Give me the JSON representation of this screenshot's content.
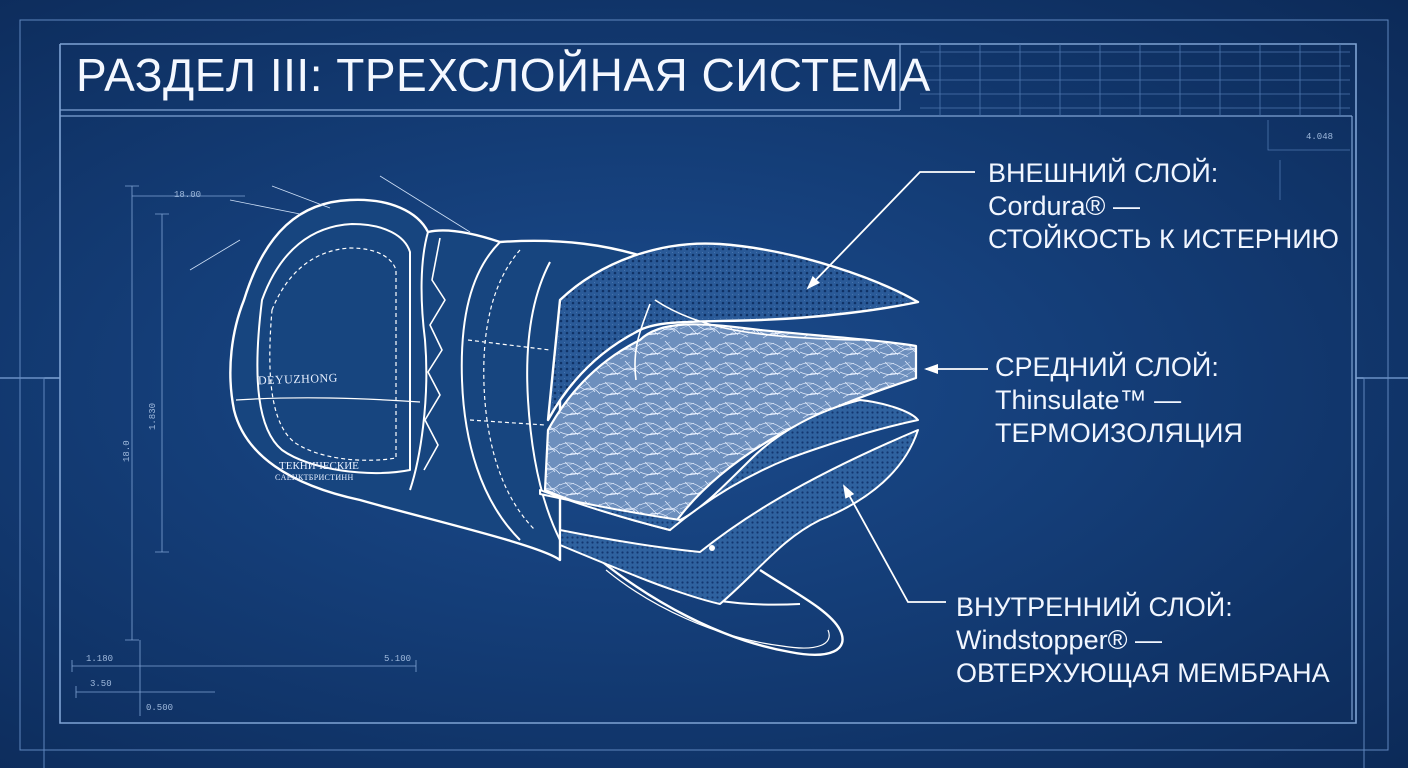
{
  "title": "РАЗДЕЛ III: ТРЕХСЛОЙНАЯ СИСТЕМА",
  "callouts": {
    "outer": {
      "line1": "ВНЕШНИЙ СЛОЙ:",
      "line2": "Cordura® —",
      "line3": "СТОЙКОСТЬ К ИСТЕРНИЮ"
    },
    "middle": {
      "line1": "СРЕДНИЙ СЛОЙ:",
      "line2": "Thinsulate™ —",
      "line3": "ТЕРМОИЗОЛЯЦИЯ"
    },
    "inner": {
      "line1": "ВНУТРЕННИЙ СЛОЙ:",
      "line2": "Windstopper® —",
      "line3": "ОВТЕРХУЮЩАЯ МЕМБРАНА"
    }
  },
  "glove": {
    "brand": "DEYUZHONG",
    "tech_label_line1": "ТЕКНИЧЕСКИЕ",
    "tech_label_line2": "CAEНКТБРИСТИНН"
  },
  "dimensions": {
    "top_right": "4.048",
    "top_left": "18.00",
    "vert_inner": "1.830",
    "vert_outer": "18.0",
    "bottom_left_1": "1.180",
    "bottom_mid": "5.100",
    "bottom_left_2": "3.50",
    "bottom_left_3": "0.500"
  },
  "colors": {
    "background": "#143d77",
    "line": "#ffffff",
    "faint_line": "#7fa3d4",
    "text": "#f1f6ff"
  }
}
